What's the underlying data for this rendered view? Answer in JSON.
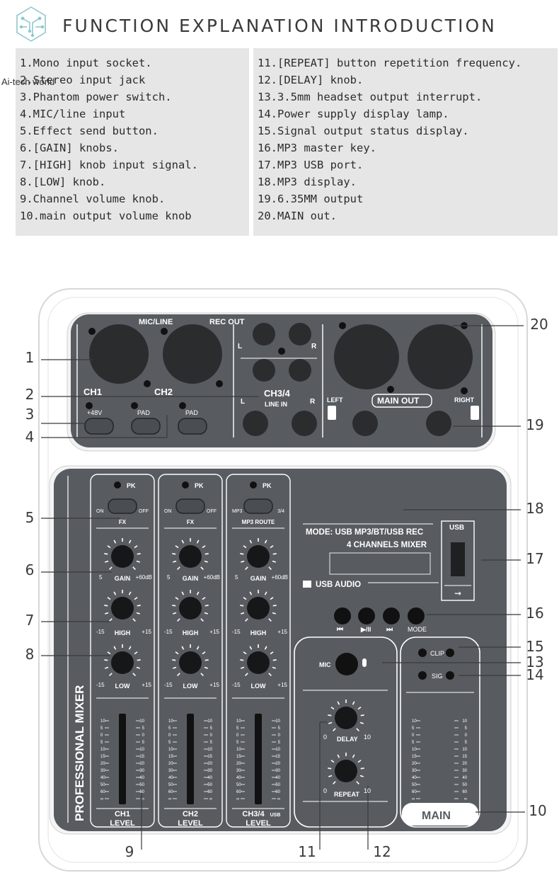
{
  "header": {
    "title": "FUNCTION EXPLANATION INTRODUCTION",
    "watermark": "Ai-tech world"
  },
  "left_list": [
    {
      "num": "1.",
      "text": "Mono input socket."
    },
    {
      "num": "2.",
      "text": "Stereo input jack"
    },
    {
      "num": "3.",
      "text": "Phantom power switch."
    },
    {
      "num": "4.",
      "text": "MIC/line input"
    },
    {
      "num": "5.",
      "text": "Effect send button."
    },
    {
      "num": "6.",
      "text": "[GAIN] knobs."
    },
    {
      "num": "7.",
      "text": "[HIGH] knob input signal."
    },
    {
      "num": "8.",
      "text": "[LOW] knob."
    },
    {
      "num": "9.",
      "text": "Channel volume knob."
    },
    {
      "num": "10.",
      "text": "main output volume knob"
    }
  ],
  "right_list": [
    {
      "num": "11.",
      "text": "[REPEAT] button repetition frequency."
    },
    {
      "num": "12.",
      "text": "[DELAY] knob."
    },
    {
      "num": "13.",
      "text": "3.5mm headset output interrupt."
    },
    {
      "num": "14.",
      "text": "Power supply display lamp."
    },
    {
      "num": "15.",
      "text": "Signal output status display."
    },
    {
      "num": "16.",
      "text": "MP3 master key."
    },
    {
      "num": "17.",
      "text": "MP3 USB port."
    },
    {
      "num": "18.",
      "text": "MP3 display."
    },
    {
      "num": "19.",
      "text": "6.35MM output"
    },
    {
      "num": "20.",
      "text": "MAIN out."
    }
  ],
  "panel": {
    "mic_line": "MIC/LINE",
    "rec_out": "REC OUT",
    "ch1": "CH1",
    "ch2": "CH2",
    "ch34": "CH3/4",
    "line_in": "LINE IN",
    "l": "L",
    "r": "R",
    "left": "LEFT",
    "right": "RIGHT",
    "main_out": "MAIN OUT",
    "p48v": "+48V",
    "pad": "PAD",
    "pk": "PK",
    "on": "ON",
    "off": "OFF",
    "fx": "FX",
    "mp3": "MP3",
    "three_four": "3/4",
    "mp3_route": "MP3 ROUTE",
    "gain": "GAIN",
    "plus60": "+60dB",
    "five": "5",
    "high": "HIGH",
    "low": "LOW",
    "m15": "-15",
    "p15": "+15",
    "ch1_label": "CH1",
    "ch2_label": "CH2",
    "ch34_label": "CH3/4",
    "usb_small": "USB",
    "level": "LEVEL",
    "brand": "PROFESSIONAL MIXER",
    "mode_line1": "MODE: USB  MP3/BT/USB REC",
    "mode_line2": "4 CHANNELS MIXER",
    "usb_audio": "USB AUDIO",
    "usb": "USB",
    "prev": "⏮",
    "play": "▶/II",
    "next": "⏭",
    "mode": "MODE",
    "mic": "MIC",
    "delay": "DELAY",
    "repeat": "REPEAT",
    "zero": "0",
    "ten": "10",
    "clip": "CLIP",
    "sig": "SIG",
    "main": "MAIN",
    "meter_scale": [
      "10",
      "5",
      "0",
      "5",
      "10",
      "15",
      "20",
      "30",
      "40",
      "50",
      "60",
      "∞"
    ]
  },
  "callouts": [
    "1",
    "2",
    "3",
    "4",
    "5",
    "6",
    "7",
    "8",
    "9",
    "10",
    "11",
    "12",
    "13",
    "14",
    "15",
    "16",
    "17",
    "18",
    "19",
    "20"
  ],
  "colors": {
    "panel": "#585c61",
    "panel_dark": "#2a2c2e",
    "frame": "#d6d8da",
    "text_light": "#ffffff"
  }
}
